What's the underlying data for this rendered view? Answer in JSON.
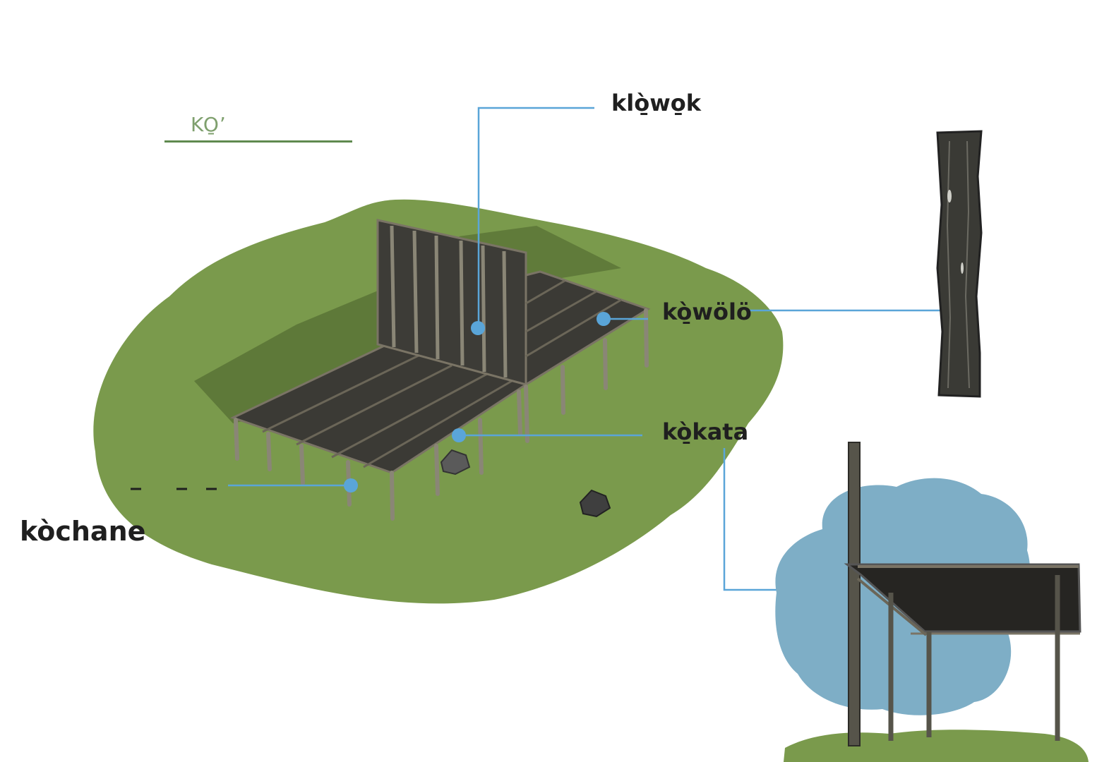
{
  "title": "KO̱’",
  "labels": {
    "klowok": "klò̱wo̱k",
    "kowolo": "kò̱wölö",
    "kokata": "kò̱kata",
    "kochane": "kòchane"
  },
  "colors": {
    "grass": "#7a9a4c",
    "wood": "#3b3a35",
    "leader": "#5aa5d8",
    "sky_blob": "#7eaec6",
    "title": "#7fa06e"
  },
  "icons": [
    "platform-illustration",
    "wooden-post-illustration",
    "side-view-illustration"
  ]
}
